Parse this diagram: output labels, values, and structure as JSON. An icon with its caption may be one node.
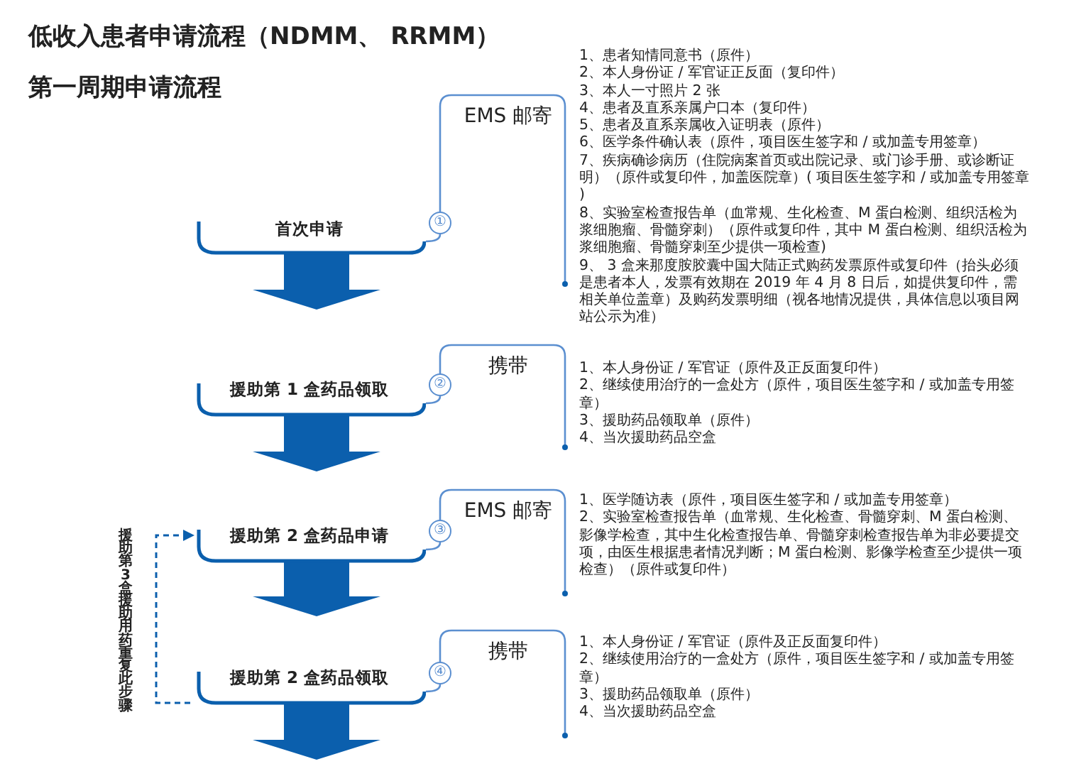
{
  "diagram": {
    "title": "低收入患者申请流程（NDMM、 RRMM）",
    "nodes": [
      {
        "text": [
          "首次申请"
        ],
        "beside": [
          "①"
        ]
      },
      {
        "text": [
          "援助第 1 盒药品领取"
        ],
        "beside": [
          "②"
        ]
      },
      {
        "text": [
          "援助第 2 盒药品申请"
        ],
        "beside": [
          "③"
        ]
      },
      {
        "text": [
          "援助第 2 盒药品领取"
        ],
        "beside": [
          "④"
        ]
      },
      {
        "text": [
          "EMS 邮寄",
          "1、患者知情同意书（原件）",
          "2、本人身份证 / 军官证正反面（复印件）",
          "3、本人一寸照片 2 张",
          "4、患者及直系亲属户口本（复印件）",
          "5、患者及直系亲属收入证明表（原件）",
          "6、医学条件确认表（原件，项目医生签字和 / 或加盖专用签章）",
          "7、疾病确诊病历（住院病案首页或出院记录、或门诊手册、或诊断证明）（原件或复印件，加盖医院章）( 项目医生签字和 / 或加盖专用签章 )",
          "8、实验室检查报告单（血常规、生化检查、M 蛋白检测、组织活检为浆细胞瘤、骨髓穿刺）（原件或复印件，其中 M 蛋白检测、组织活检为浆细胞瘤、骨髓穿刺至少提供一项检查)",
          "9、 3 盒来那度胺胶囊中国大陆正式购药发票原件或复印件（抬头必须是患者本人，发票有效期在 2019 年 4 月 8 日后，如提供复印件，需相关单位盖章）及购药发票明细（视各地情况提供，具体信息以项目网站公示为准）"
        ]
      },
      {
        "text": [
          "携带",
          "1、本人身份证 / 军官证（原件及正反面复印件）",
          "2、继续使用治疗的一盒处方（原件，项目医生签字和 / 或加盖专用签章）",
          "3、援助药品领取单（原件）",
          "4、当次援助药品空盒"
        ]
      },
      {
        "text": [
          "EMS 邮寄",
          "1、医学随访表（原件，项目医生签字和 / 或加盖专用签章）",
          "2、实验室检查报告单（血常规、生化检查、骨髓穿刺、M 蛋白检测、影像学检查，其中生化检查报告单、骨髓穿刺检查报告单为非必要提交项，由医生根据患者情况判断；M 蛋白检测、影像学检查至少提供一项检查）（原件或复印件）"
        ]
      },
      {
        "text": [
          "携带",
          "1、本人身份证 / 军官证（原件及正反面复印件）",
          "2、继续使用治疗的一盒处方（原件，项目医生签字和 / 或加盖专用签章）",
          "3、援助药品领取单（原件）",
          "4、当次援助药品空盒"
        ]
      }
    ],
    "edges": [
      {
        "from": 0,
        "to": 1,
        "arrow": "to",
        "style": "thick"
      },
      {
        "from": 1,
        "to": 2,
        "arrow": "to",
        "style": "thick"
      },
      {
        "from": 2,
        "to": 3,
        "arrow": "to",
        "style": "thick"
      },
      {
        "from": 3,
        "to": null,
        "arrow": "to",
        "style": "thick"
      },
      {
        "from": 0,
        "to": 4,
        "arrow": "none"
      },
      {
        "from": 1,
        "to": 5,
        "arrow": "none"
      },
      {
        "from": 2,
        "to": 6,
        "arrow": "none"
      },
      {
        "from": 3,
        "to": 7,
        "arrow": "none"
      },
      {
        "from": 3,
        "to": 2,
        "arrow": "to",
        "style": "dashed",
        "label": "援助第3盒援助用药重复此步骤"
      }
    ],
    "labels": [
      "第一周期申请流程"
    ]
  }
}
